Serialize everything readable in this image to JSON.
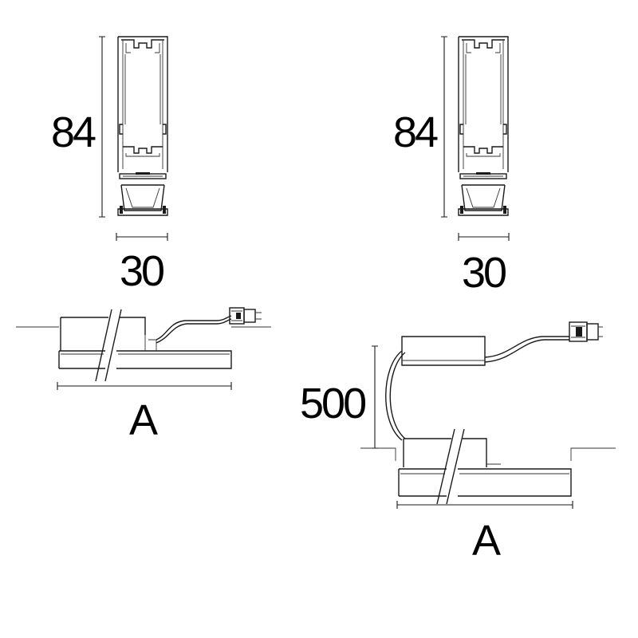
{
  "diagram": {
    "views": [
      {
        "id": "section-left",
        "height_label": "84",
        "width_label": "30"
      },
      {
        "id": "section-right",
        "height_label": "84",
        "width_label": "30"
      },
      {
        "id": "side-left",
        "length_label": "A"
      },
      {
        "id": "side-right",
        "length_label": "A",
        "cable_label": "500"
      }
    ]
  }
}
